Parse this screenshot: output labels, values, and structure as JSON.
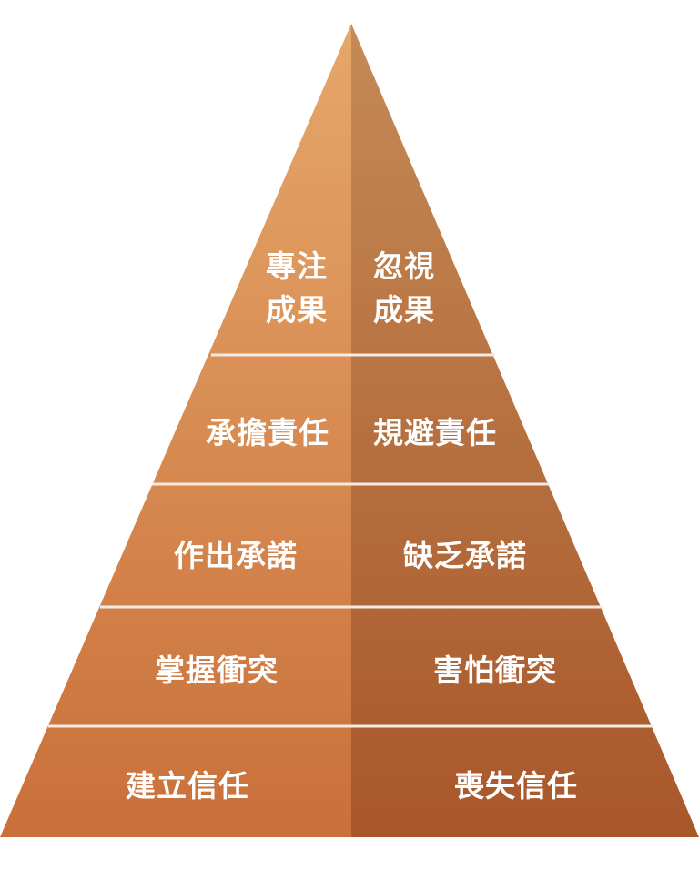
{
  "pyramid": {
    "colors": {
      "left_top": "#e6a76a",
      "left_bottom": "#c9703a",
      "right_top": "#c48a55",
      "right_bottom": "#a9572a",
      "divider": "#f4ece4",
      "label": "#ffffff"
    },
    "tiers": [
      {
        "left": [
          "專注",
          "成果"
        ],
        "right": [
          "忽視",
          "成果"
        ]
      },
      {
        "left": [
          "承擔責任"
        ],
        "right": [
          "規避責任"
        ]
      },
      {
        "left": [
          "作出承諾"
        ],
        "right": [
          "缺乏承諾"
        ]
      },
      {
        "left": [
          "掌握衝突"
        ],
        "right": [
          "害怕衝突"
        ]
      },
      {
        "left": [
          "建立信任"
        ],
        "right": [
          "喪失信任"
        ]
      }
    ]
  }
}
